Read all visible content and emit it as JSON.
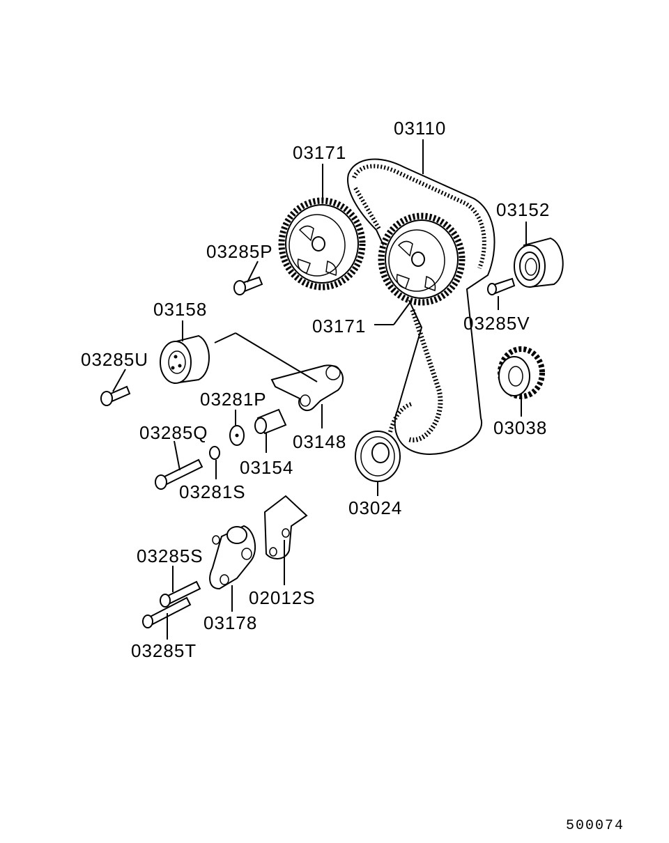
{
  "diagram": {
    "reference_number": "500074",
    "parts": [
      {
        "id": "03110"
      },
      {
        "id": "03171"
      },
      {
        "id": "03152"
      },
      {
        "id": "03285P"
      },
      {
        "id": "03158"
      },
      {
        "id": "03171"
      },
      {
        "id": "03285V"
      },
      {
        "id": "03285U"
      },
      {
        "id": "03281P"
      },
      {
        "id": "03038"
      },
      {
        "id": "03285Q"
      },
      {
        "id": "03148"
      },
      {
        "id": "03154"
      },
      {
        "id": "03281S"
      },
      {
        "id": "03024"
      },
      {
        "id": "03285S"
      },
      {
        "id": "02012S"
      },
      {
        "id": "03178"
      },
      {
        "id": "03285T"
      }
    ]
  }
}
